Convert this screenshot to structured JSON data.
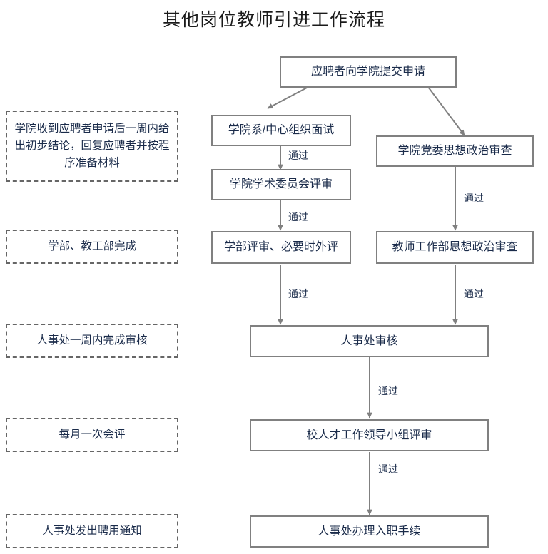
{
  "page": {
    "title": "其他岗位教师引进工作流程",
    "background_color": "#ffffff",
    "node_border_color": "#808080",
    "note_border_color": "#666666",
    "text_color": "#1a2b4a",
    "arrow_color": "#808080"
  },
  "nodes": {
    "start": "应聘者向学院提交申请",
    "interview": "学院系/中心组织面试",
    "college_academic_review": "学院学术委员会评审",
    "college_party_review": "学院党委思想政治审查",
    "faculty_review": "学部评审、必要时外评",
    "teacher_dept_review": "教师工作部思想政治审查",
    "hr_review": "人事处审核",
    "talent_group_review": "校人才工作领导小组评审",
    "hr_onboarding": "人事处办理入职手续"
  },
  "notes": {
    "note_college": "学院收到应聘者申请后一周内给出初步结论，回复应聘者并按程序准备材料",
    "note_faculty": "学部、教工部完成",
    "note_hr_week": "人事处一周内完成审核",
    "note_monthly": "每月一次会评",
    "note_offer": "人事处发出聘用通知"
  },
  "edge_labels": {
    "interview_to_academic": "通过",
    "academic_to_faculty": "通过",
    "party_to_teacher_dept": "通过",
    "faculty_to_hr": "通过",
    "teacher_dept_to_hr": "通过",
    "hr_to_talent": "通过",
    "talent_to_onboarding": "通过"
  },
  "flow": {
    "type": "flowchart",
    "direction": "top-down",
    "edges": [
      {
        "from": "start",
        "to": "interview",
        "label": ""
      },
      {
        "from": "start",
        "to": "college_party_review",
        "label": ""
      },
      {
        "from": "interview",
        "to": "college_academic_review",
        "label": "通过"
      },
      {
        "from": "college_academic_review",
        "to": "faculty_review",
        "label": "通过"
      },
      {
        "from": "college_party_review",
        "to": "teacher_dept_review",
        "label": "通过"
      },
      {
        "from": "faculty_review",
        "to": "hr_review",
        "label": "通过"
      },
      {
        "from": "teacher_dept_review",
        "to": "hr_review",
        "label": "通过"
      },
      {
        "from": "hr_review",
        "to": "talent_group_review",
        "label": "通过"
      },
      {
        "from": "talent_group_review",
        "to": "hr_onboarding",
        "label": "通过"
      }
    ]
  }
}
